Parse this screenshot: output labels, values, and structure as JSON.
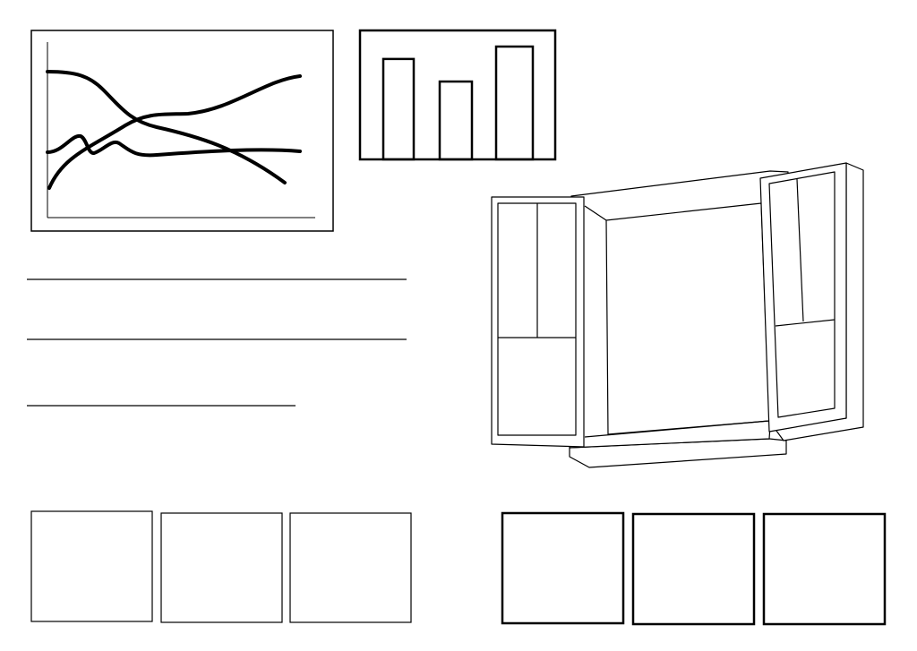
{
  "colors": {
    "stroke": "#000000",
    "background": "#ffffff"
  },
  "chart_data": [
    {
      "type": "line",
      "title": "",
      "xlabel": "",
      "ylabel": "",
      "series": [
        {
          "name": "curve-descending"
        },
        {
          "name": "curve-rising"
        },
        {
          "name": "curve-flat-wiggle"
        }
      ]
    },
    {
      "type": "bar",
      "title": "",
      "categories": [
        "",
        "",
        ""
      ],
      "values": [
        0.89,
        0.69,
        1.0
      ],
      "ylim": [
        0,
        1
      ]
    }
  ]
}
